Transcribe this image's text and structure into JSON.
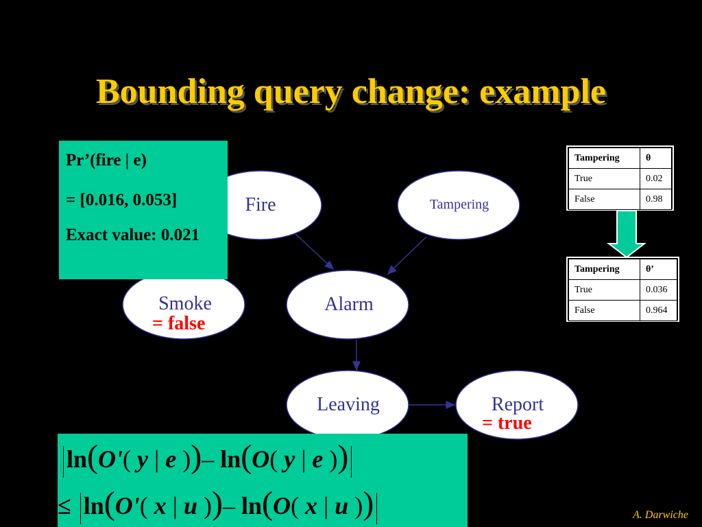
{
  "slide": {
    "title": "Bounding query change: example",
    "author": "A. Darwiche"
  },
  "infobox": {
    "query": "Pr’(fire | e)",
    "interval": "= [0.016, 0.053]",
    "exact_label": "Exact value: 0.021"
  },
  "network": {
    "nodes": {
      "fire": "Fire",
      "tampering": "Tampering",
      "smoke": "Smoke",
      "alarm": "Alarm",
      "leaving": "Leaving",
      "report": "Report"
    },
    "evidence": {
      "smoke": "= false",
      "report": "= true"
    }
  },
  "cpt_original": {
    "headers": [
      "Tampering",
      "θ"
    ],
    "rows": [
      [
        "True",
        "0.02"
      ],
      [
        "False",
        "0.98"
      ]
    ]
  },
  "cpt_modified": {
    "headers": [
      "Tampering",
      "θ’"
    ],
    "rows": [
      [
        "True",
        "0.036"
      ],
      [
        "False",
        "0.964"
      ]
    ]
  },
  "colors": {
    "title": "#ffcc00",
    "box": "#00cc99",
    "node_text": "#333399",
    "evidence": "#ff0000",
    "background": "#000000"
  }
}
